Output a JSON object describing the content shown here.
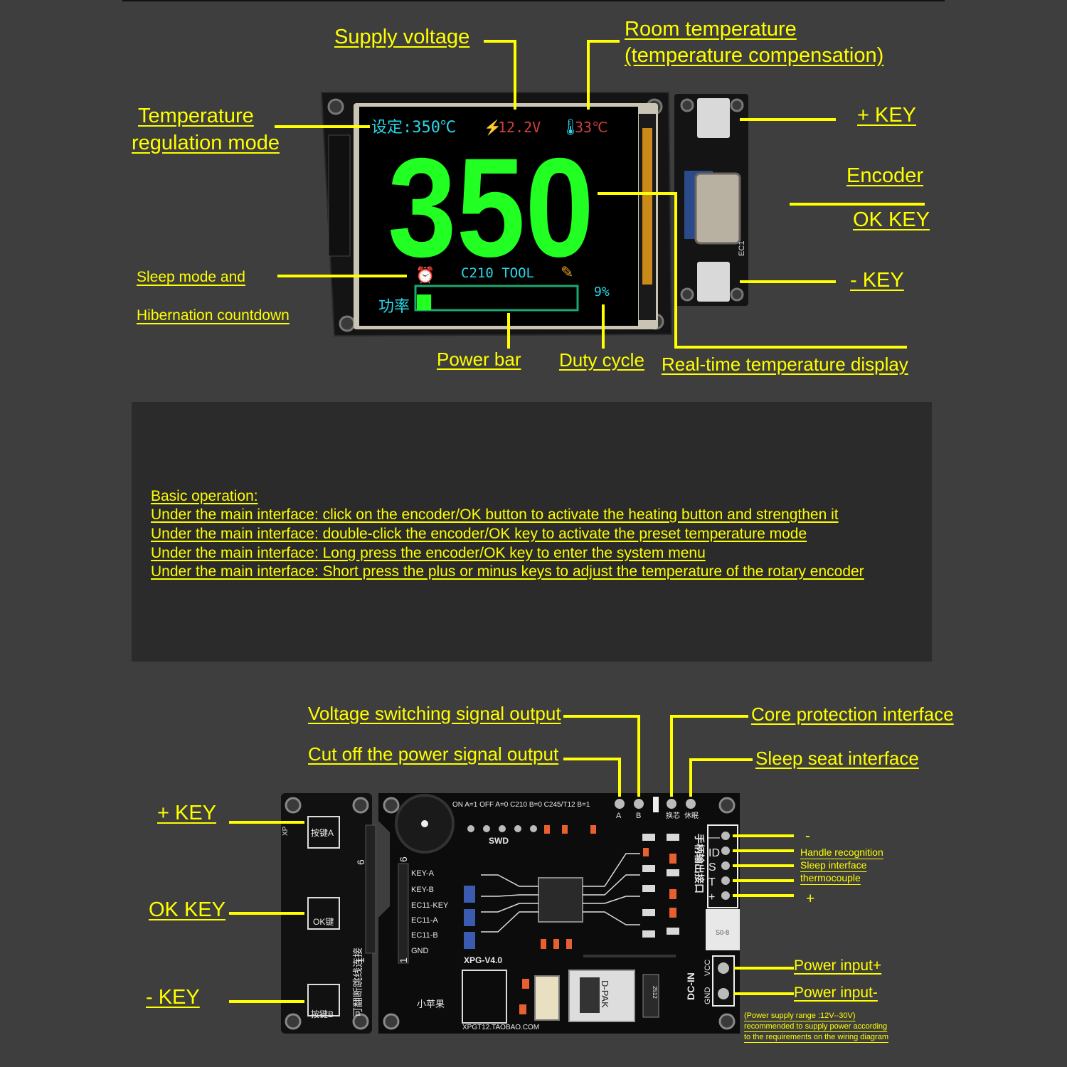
{
  "colors": {
    "background": "#3e3e3e",
    "label": "#ffff00",
    "panel": "#2b2b2b",
    "lcd_digits": "#22ff22",
    "lcd_status": "#2ad7e8"
  },
  "top_labels": {
    "supply_voltage": "Supply voltage",
    "room_temp_1": "Room temperature",
    "room_temp_2": "(temperature compensation)",
    "temp_mode_1": "Temperature",
    "temp_mode_2": "regulation mode",
    "plus_key": "+ KEY",
    "encoder": "Encoder",
    "ok_key": "OK KEY",
    "minus_key": "- KEY",
    "sleep_1": "Sleep mode and",
    "sleep_2": "Hibernation countdown",
    "power_bar": "Power bar",
    "duty_cycle": "Duty cycle",
    "realtime": "Real-time temperature display"
  },
  "lcd": {
    "setpoint": "设定:350℃",
    "voltage": "12.2V",
    "room": "33℃",
    "temperature": "350",
    "tool": "C210  TOOL",
    "power_label": "功率",
    "duty": "9%",
    "power_fraction": 0.09,
    "encoder_silk": "EC1"
  },
  "operation": {
    "title": "Basic operation:",
    "lines": [
      "Under the main interface: click on the encoder/OK button to activate the heating button and strengthen it",
      "Under the main interface: double-click the encoder/OK key to activate the preset temperature mode",
      "Under the main interface: Long press the encoder/OK key to enter the system menu",
      "Under the main interface: Short press the plus or minus keys to adjust the temperature of the rotary encoder"
    ]
  },
  "bottom_labels": {
    "voltage_switch": "Voltage switching signal output",
    "cut_off": "Cut off the power signal output",
    "core_protection": "Core protection interface",
    "sleep_seat": "Sleep seat interface",
    "plus_key": "+ KEY",
    "ok_key": "OK KEY",
    "minus_key": "- KEY",
    "pin_minus": "-",
    "handle_recognition": "Handle recognition",
    "sleep_interface": "Sleep interface",
    "thermocouple": "thermocouple",
    "pin_plus": "+",
    "power_plus": "Power input+",
    "power_minus": "Power input-",
    "power_note_1": "(Power supply range :12V--30V)",
    "power_note_2": "recommended to supply power according",
    "power_note_3": "to the requirements on the wiring diagram"
  },
  "pcb": {
    "header_text": "ON A=1  OFF A=0   C210  B=0  C245/T12 B=1",
    "pin_a": "A",
    "pin_b": "B",
    "core_label": "换芯",
    "sleep_label": "休眠",
    "swd": "SWD",
    "key_a_cn": "按键A",
    "ok_cn": "OK键",
    "key_b_cn": "按键B",
    "xp": "XP",
    "six_left": "6",
    "six_right": "6",
    "one_left": "1",
    "one_right": "1",
    "jumper_vertical": "可翻断跳线连接",
    "pins": [
      "KEY-A",
      "KEY-B",
      "EC11-KEY",
      "EC11-A",
      "EC11-B",
      "GND"
    ],
    "handle_output": "手柄输出接口",
    "handle_pins": [
      "—",
      "ID",
      "S",
      "T",
      "+"
    ],
    "version": "XPG-V4.0",
    "url": "XPGT12.TAOBAO.COM",
    "logo": "小苹果",
    "dpak": "D-PAK",
    "dcin": "DC-IN",
    "vcc": "VCC",
    "gnd": "GND",
    "ic_marking": "2512",
    "so8": "S0-8"
  }
}
